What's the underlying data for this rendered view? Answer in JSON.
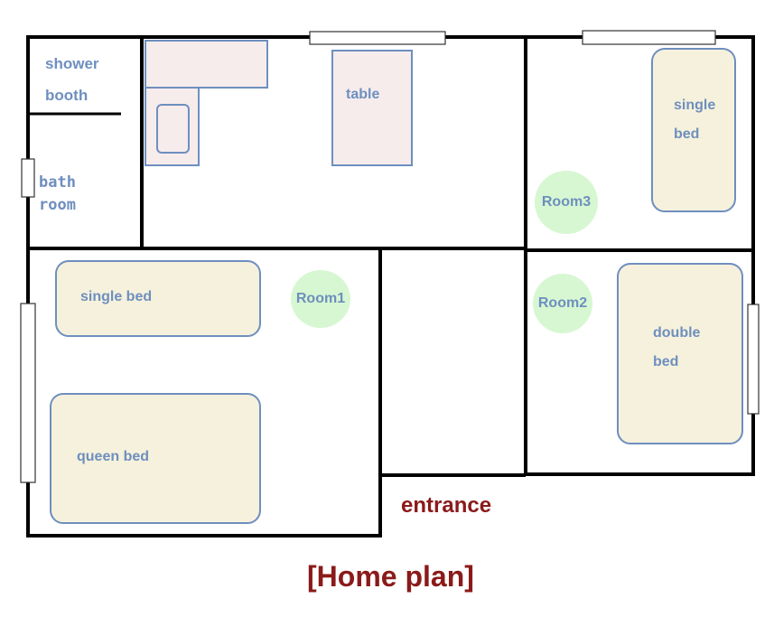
{
  "labels": {
    "shower": "shower",
    "booth": "booth",
    "bath": "bath",
    "room": "room",
    "table": "table",
    "room3_single": "single",
    "room3_bed": "bed",
    "room1_single_bed": "single bed",
    "room1_queen_bed": "queen bed",
    "room2_double": "double",
    "room2_bed": "bed"
  },
  "rooms": {
    "room1": "Room1",
    "room2": "Room2",
    "room3": "Room3"
  },
  "entrance": "entrance",
  "title": "[Home plan]",
  "colors": {
    "walls": "#000000",
    "furniture_outline": "#6e8fbf",
    "bed_fill": "#f6f1dc",
    "table_fill": "#f6ecec",
    "room_badge": "#d7f7d2",
    "accent_text": "#8b1a1a"
  }
}
